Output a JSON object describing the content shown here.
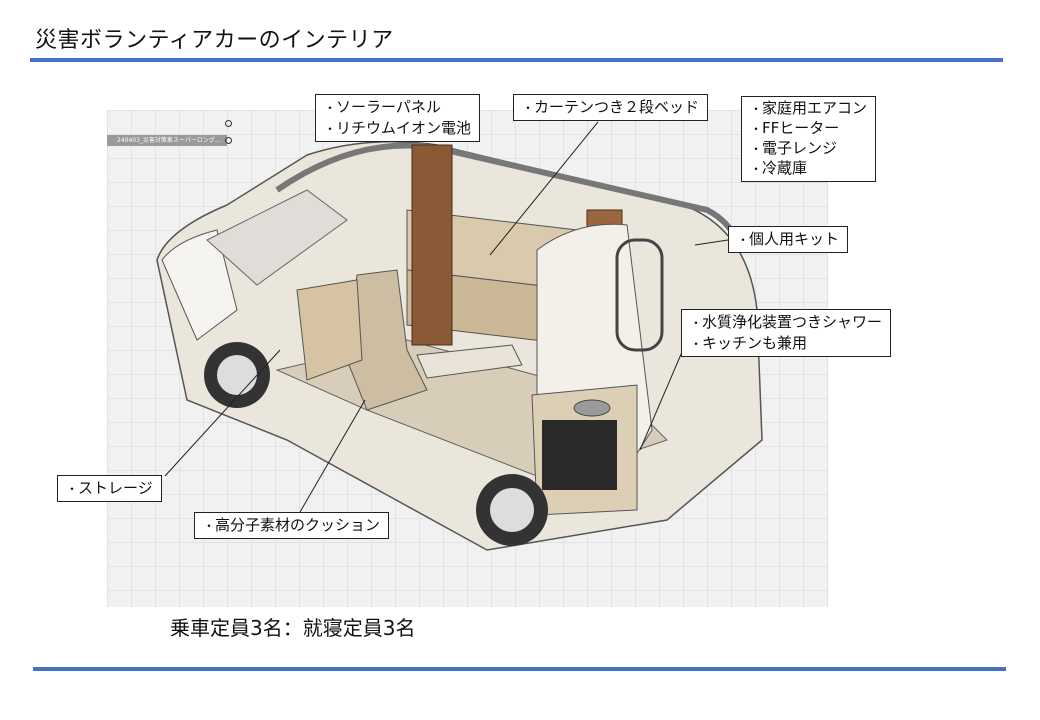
{
  "title": "災害ボランティアカーのインテリア",
  "figure": {
    "file_tab": "240403_災害対策車スーパーロング…"
  },
  "labels": {
    "solar": [
      "ソーラーパネル",
      "リチウムイオン電池"
    ],
    "bed": [
      "カーテンつき２段ベッド"
    ],
    "appliances": [
      "家庭用エアコン",
      "FFヒーター",
      "電子レンジ",
      "冷蔵庫"
    ],
    "kit": [
      "個人用キット"
    ],
    "shower": [
      "水質浄化装置つきシャワー",
      "キッチンも兼用"
    ],
    "storage": [
      "ストレージ"
    ],
    "cushion": [
      "高分子素材のクッション"
    ]
  },
  "caption": "乗車定員3名：就寝定員3名",
  "colors": {
    "accent": "#4472C4"
  }
}
